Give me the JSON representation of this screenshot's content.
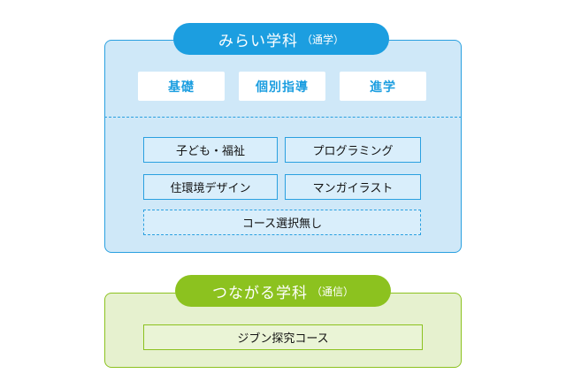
{
  "mirai": {
    "title": "みらい学科",
    "subtitle": "（通学）",
    "tracks": [
      "基礎",
      "個別指導",
      "進学"
    ],
    "courses": [
      "子ども・福祉",
      "プログラミング",
      "住環境デザイン",
      "マンガイラスト"
    ],
    "no_course": "コース選択無し",
    "color": "#1c9ee0"
  },
  "tsunagaru": {
    "title": "つながる学科",
    "subtitle": "（通信）",
    "course": "ジブン探究コース",
    "color": "#8cc21f"
  }
}
